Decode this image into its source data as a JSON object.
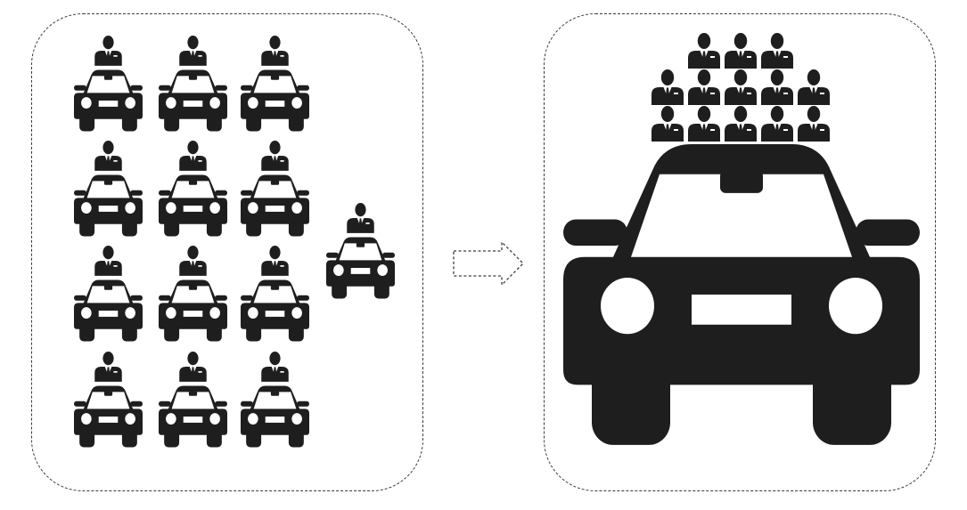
{
  "colors": {
    "icon": "#1e1e1e",
    "background": "#ffffff",
    "dashed_border": "#3a3a3a"
  },
  "left_panel": {
    "grid_rows": 4,
    "grid_columns": 3,
    "extra_cars": 1,
    "people_per_car": 1
  },
  "transition": {
    "icon": "dashed-right-arrow-icon"
  },
  "right_panel": {
    "cars": 1,
    "passenger_rows": [
      3,
      5,
      5
    ]
  }
}
